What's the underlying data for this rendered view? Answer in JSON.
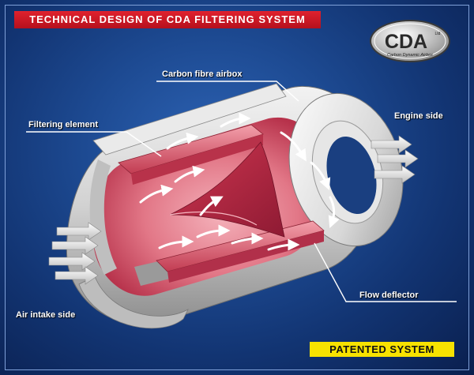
{
  "title": "TECHNICAL DESIGN OF CDA FILTERING SYSTEM",
  "logo": {
    "text": "CDA",
    "tagline": "Carbon Dynamic Airbox",
    "registered": "Ltd"
  },
  "labels": {
    "carbon_fibre_airbox": "Carbon fibre airbox",
    "filtering_element": "Filtering element",
    "engine_side": "Engine side",
    "air_intake_side": "Air intake side",
    "flow_deflector": "Flow deflector"
  },
  "badge": "PATENTED SYSTEM",
  "colors": {
    "title_banner": "#d81b2a",
    "badge_background": "#f7e200",
    "filter_element": "#e46a78",
    "housing": "#d6d6d6",
    "background": "#1d4a92"
  }
}
